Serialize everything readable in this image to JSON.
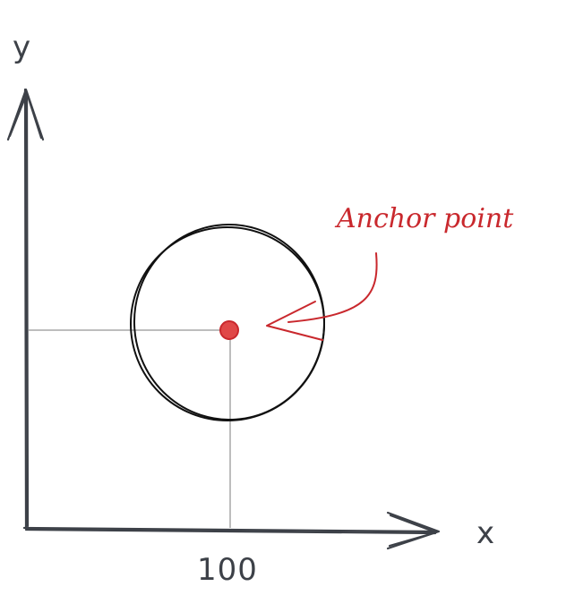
{
  "axes": {
    "y_label": "y",
    "x_label": "x",
    "x_tick": "100"
  },
  "annotation": {
    "label": "Anchor point"
  },
  "colors": {
    "axis": "#3d4148",
    "circle": "#111111",
    "guide": "#bdbdbd",
    "accent": "#c9282d"
  }
}
